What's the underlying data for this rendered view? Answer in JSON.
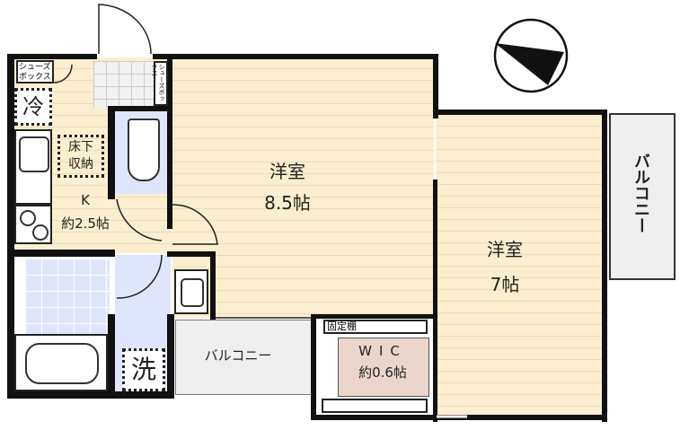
{
  "rooms": {
    "western_room_1": {
      "name": "洋室",
      "size": "8.5帖"
    },
    "western_room_2": {
      "name": "洋室",
      "size": "7帖"
    },
    "kitchen": {
      "name": "K",
      "size": "約2.5帖"
    },
    "wic": {
      "name": "WIC",
      "size": "約0.6帖"
    },
    "balcony_right": "バルコニー",
    "balcony_bottom": "バルコニー"
  },
  "fixtures": {
    "shoe_box_left": "シューズボックス",
    "shoe_box_right": "シューズボックス",
    "fridge": "冷",
    "underfloor_storage": "床下収納",
    "washer": "洗",
    "fixed_shelf": "固定棚"
  },
  "colors": {
    "floor": "#fbefcf",
    "wet_area": "#dfe6fb",
    "wic": "#ead6cc",
    "balcony": "#efefef",
    "wall": "#111111"
  }
}
